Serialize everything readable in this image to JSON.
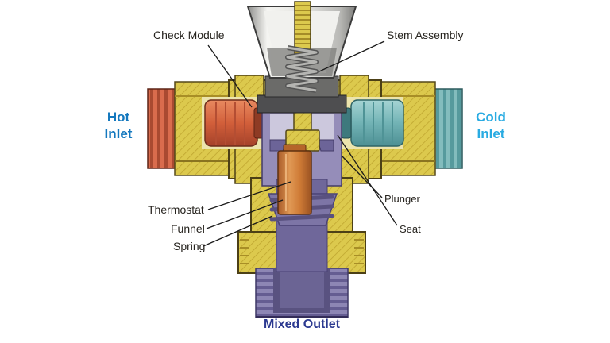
{
  "figure": {
    "type": "cutaway-diagram",
    "subject": "Thermostatic mixing valve cross-section",
    "labels": {
      "check_module": "Check Module",
      "stem_assembly": "Stem Assembly",
      "hot_inlet": [
        "Hot",
        "Inlet"
      ],
      "cold_inlet": [
        "Cold",
        "Inlet"
      ],
      "thermostat": "Thermostat",
      "funnel": "Funnel",
      "spring": "Spring",
      "plunger": "Plunger",
      "seat": "Seat",
      "mixed_outlet": "Mixed Outlet"
    },
    "colors": {
      "hot_inlet_label": "#1478be",
      "cold_inlet_label": "#29abe2",
      "mixed_outlet_label": "#2b3990",
      "part_label_text": "#27241f",
      "leader_line": "#1a1a1a",
      "brass_body": "#d9c64a",
      "hot_check_module": "#d2603a",
      "cold_check_module": "#72b3b5",
      "internal_purple": "#8d86b4",
      "thermostat_copper": "#cf7b36",
      "cap_gray": "#e2e2de"
    }
  }
}
